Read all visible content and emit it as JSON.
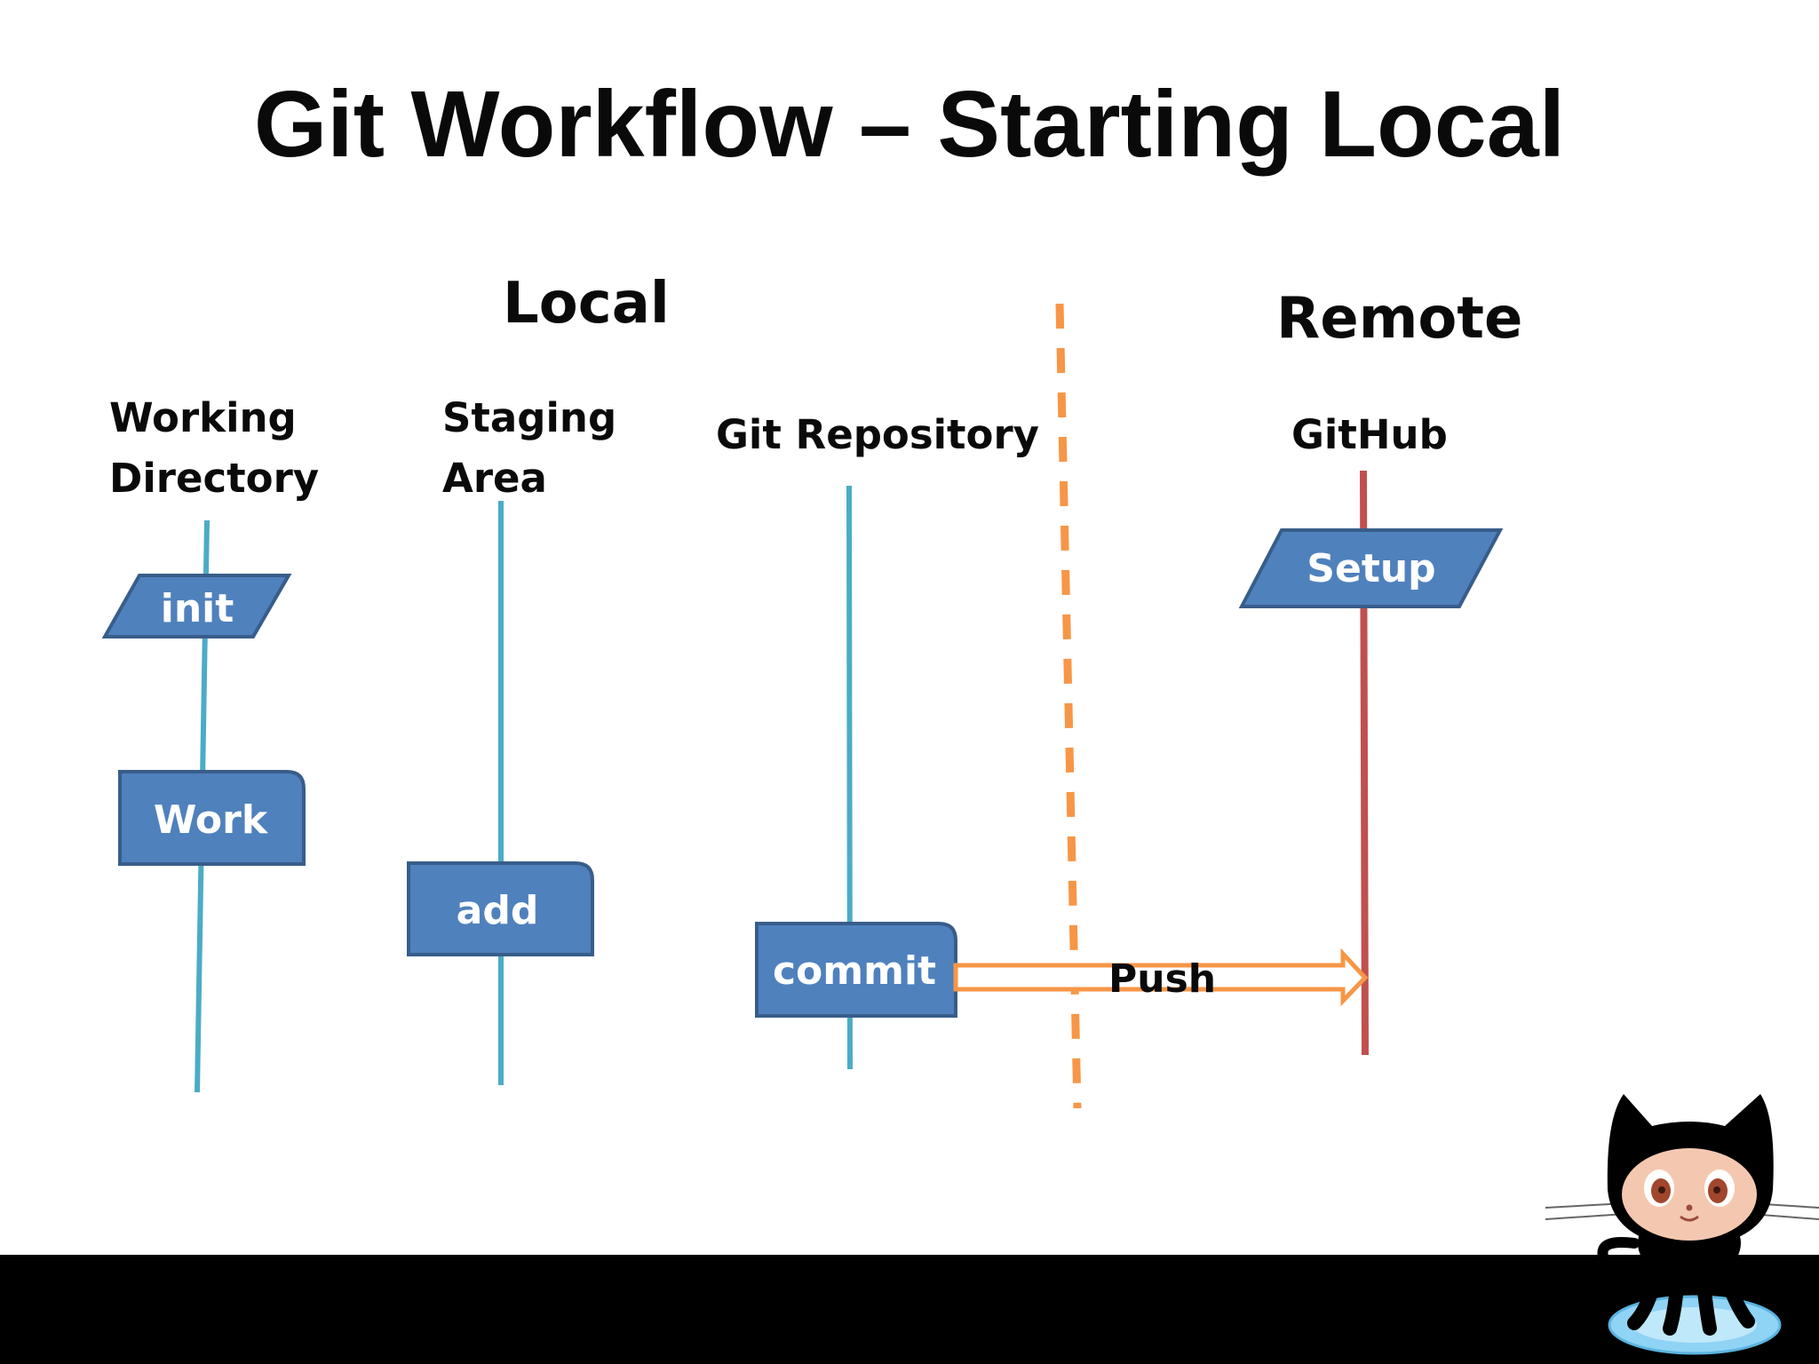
{
  "title": "Git Workflow – Starting Local",
  "sections": {
    "local": "Local",
    "remote": "Remote"
  },
  "columns": {
    "working_directory": [
      "Working",
      "Directory"
    ],
    "staging_area": [
      "Staging",
      "Area"
    ],
    "git_repository": "Git Repository",
    "github": "GitHub"
  },
  "steps": {
    "init": "init",
    "work": "Work",
    "add": "add",
    "commit": "commit",
    "setup": "Setup",
    "push": "Push"
  },
  "colors": {
    "lane": "#4bacc6",
    "remote_lane": "#c0504d",
    "shape_fill": "#4f81bd",
    "shape_border": "#385d8a",
    "divider": "#f79646",
    "arrow": "#f79646"
  },
  "icons": {
    "mascot": "octocat-icon"
  }
}
